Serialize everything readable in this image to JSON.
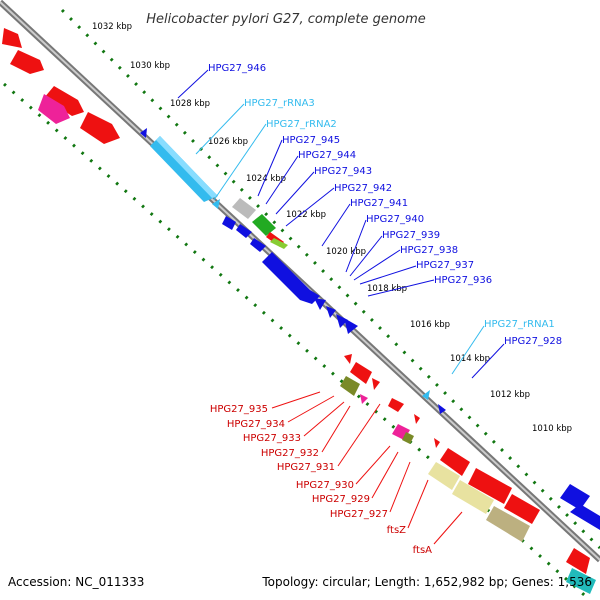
{
  "title": "Helicobacter pylori G27, complete genome",
  "accession": "Accession: NC_011333",
  "topology": "Topology: circular; Length: 1,652,982 bp; Genes: 1,536",
  "colors": {
    "cds_plus": "#1010e0",
    "cds_minus": "#ee1111",
    "rna": "#33bbee",
    "olive": "#7a8a28",
    "khaki": "#e8e2a0",
    "pink": "#ee2299",
    "green": "#22aa22",
    "axis": "#888888",
    "ticks": "#117711"
  },
  "ticks": [
    "1032 kbp",
    "1030 kbp",
    "1028 kbp",
    "1026 kbp",
    "1024 kbp",
    "1022 kbp",
    "1020 kbp",
    "1018 kbp",
    "1016 kbp",
    "1014 kbp",
    "1012 kbp",
    "1010 kbp"
  ],
  "plus_labels": [
    "HPG27_946",
    "HPG27_rRNA3",
    "HPG27_rRNA2",
    "HPG27_945",
    "HPG27_944",
    "HPG27_943",
    "HPG27_942",
    "HPG27_941",
    "HPG27_940",
    "HPG27_939",
    "HPG27_938",
    "HPG27_937",
    "HPG27_936",
    "HPG27_rRNA1",
    "HPG27_928"
  ],
  "minus_labels": [
    "HPG27_935",
    "HPG27_934",
    "HPG27_933",
    "HPG27_932",
    "HPG27_931",
    "HPG27_930",
    "HPG27_929",
    "HPG27_927",
    "ftsZ",
    "ftsA"
  ]
}
